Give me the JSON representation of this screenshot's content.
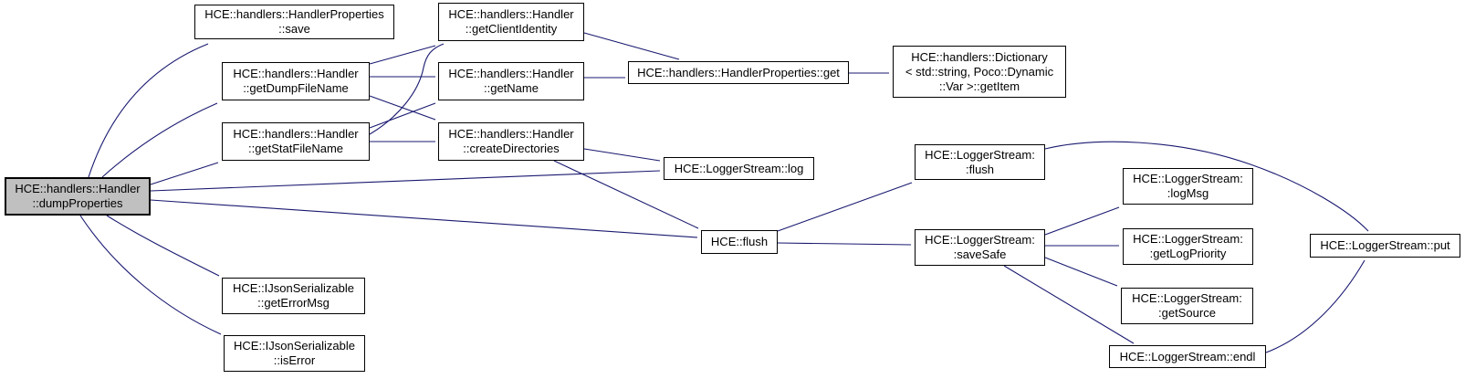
{
  "diagram": {
    "kind": "call-graph",
    "background_color": "#ffffff",
    "edge_color": "#191970",
    "node_fill": "#ffffff",
    "node_border_color": "#000000",
    "focus_node_fill": "#c0c0c0",
    "nodes": [
      {
        "id": "dumpProperties",
        "label": "HCE::handlers::Handler\n::dumpProperties",
        "focus": true
      },
      {
        "id": "save",
        "label": "HCE::handlers::HandlerProperties\n::save",
        "focus": false
      },
      {
        "id": "getDumpFileName",
        "label": "HCE::handlers::Handler\n::getDumpFileName",
        "focus": false
      },
      {
        "id": "getStatFileName",
        "label": "HCE::handlers::Handler\n::getStatFileName",
        "focus": false
      },
      {
        "id": "getClientIdentity",
        "label": "HCE::handlers::Handler\n::getClientIdentity",
        "focus": false
      },
      {
        "id": "getName",
        "label": "HCE::handlers::Handler\n::getName",
        "focus": false
      },
      {
        "id": "createDirectories",
        "label": "HCE::handlers::Handler\n::createDirectories",
        "focus": false
      },
      {
        "id": "get",
        "label": "HCE::handlers::HandlerProperties::get",
        "focus": false
      },
      {
        "id": "getItem",
        "label": "HCE::handlers::Dictionary\n< std::string, Poco::Dynamic\n::Var >::getItem",
        "focus": false
      },
      {
        "id": "log",
        "label": "HCE::LoggerStream::log",
        "focus": false
      },
      {
        "id": "flush",
        "label": "HCE::flush",
        "focus": false
      },
      {
        "id": "lsFlush",
        "label": "HCE::LoggerStream:\n:flush",
        "focus": false
      },
      {
        "id": "saveSafe",
        "label": "HCE::LoggerStream:\n:saveSafe",
        "focus": false
      },
      {
        "id": "logMsg",
        "label": "HCE::LoggerStream:\n:logMsg",
        "focus": false
      },
      {
        "id": "getLogPriority",
        "label": "HCE::LoggerStream:\n:getLogPriority",
        "focus": false
      },
      {
        "id": "getSource",
        "label": "HCE::LoggerStream:\n:getSource",
        "focus": false
      },
      {
        "id": "endl",
        "label": "HCE::LoggerStream::endl",
        "focus": false
      },
      {
        "id": "put",
        "label": "HCE::LoggerStream::put",
        "focus": false
      },
      {
        "id": "getErrorMsg",
        "label": "HCE::IJsonSerializable\n::getErrorMsg",
        "focus": false
      },
      {
        "id": "isError",
        "label": "HCE::IJsonSerializable\n::isError",
        "focus": false
      }
    ],
    "edges": [
      {
        "from": "dumpProperties",
        "to": "save"
      },
      {
        "from": "dumpProperties",
        "to": "getDumpFileName"
      },
      {
        "from": "dumpProperties",
        "to": "getStatFileName"
      },
      {
        "from": "dumpProperties",
        "to": "log"
      },
      {
        "from": "dumpProperties",
        "to": "flush"
      },
      {
        "from": "dumpProperties",
        "to": "getErrorMsg"
      },
      {
        "from": "dumpProperties",
        "to": "isError"
      },
      {
        "from": "getDumpFileName",
        "to": "getClientIdentity"
      },
      {
        "from": "getDumpFileName",
        "to": "getName"
      },
      {
        "from": "getDumpFileName",
        "to": "createDirectories"
      },
      {
        "from": "getStatFileName",
        "to": "getClientIdentity"
      },
      {
        "from": "getStatFileName",
        "to": "getName"
      },
      {
        "from": "getStatFileName",
        "to": "createDirectories"
      },
      {
        "from": "getClientIdentity",
        "to": "get"
      },
      {
        "from": "getName",
        "to": "get"
      },
      {
        "from": "get",
        "to": "getItem"
      },
      {
        "from": "createDirectories",
        "to": "log"
      },
      {
        "from": "createDirectories",
        "to": "flush"
      },
      {
        "from": "flush",
        "to": "lsFlush"
      },
      {
        "from": "flush",
        "to": "saveSafe"
      },
      {
        "from": "lsFlush",
        "to": "put"
      },
      {
        "from": "saveSafe",
        "to": "logMsg"
      },
      {
        "from": "saveSafe",
        "to": "getLogPriority"
      },
      {
        "from": "saveSafe",
        "to": "getSource"
      },
      {
        "from": "saveSafe",
        "to": "endl"
      },
      {
        "from": "endl",
        "to": "put"
      }
    ]
  }
}
